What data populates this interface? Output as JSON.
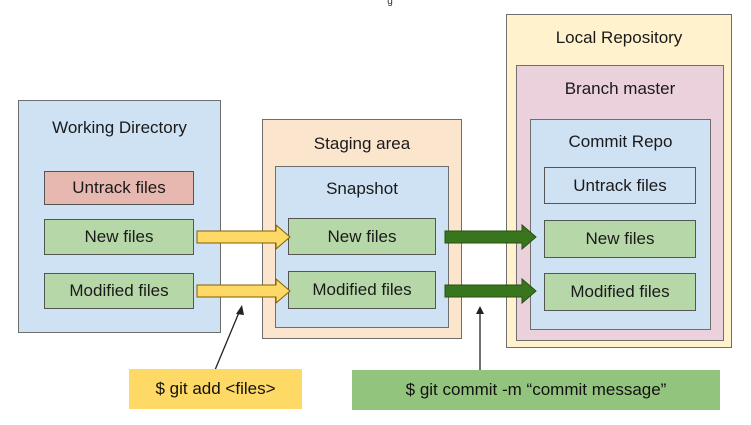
{
  "top_cut_text": "g",
  "working_directory": {
    "title": "Working Directory",
    "items": [
      "Untrack files",
      "New files",
      "Modified files"
    ]
  },
  "staging_area": {
    "title": "Staging area",
    "snapshot": {
      "title": "Snapshot",
      "items": [
        "New files",
        "Modified files"
      ]
    }
  },
  "local_repository": {
    "title": "Local Repository",
    "branch": {
      "title": "Branch master",
      "commit_repo": {
        "title": "Commit Repo",
        "items": [
          "Untrack files",
          "New files",
          "Modified files"
        ]
      }
    }
  },
  "commands": {
    "add": "$ git add <files>",
    "commit": "$ git commit -m “commit message”"
  },
  "colors": {
    "blue_panel": "#cfe2f3",
    "orange_panel": "#fce5cd",
    "yellow_panel": "#fff2cc",
    "pink_panel": "#ead1dc",
    "green_item": "#b6d7a8",
    "red_item": "#e6b8af",
    "yellow_arrow": "#ffd966",
    "green_arrow": "#38761d",
    "add_cmd_bg": "#ffd966",
    "commit_cmd_bg": "#93c47d"
  }
}
